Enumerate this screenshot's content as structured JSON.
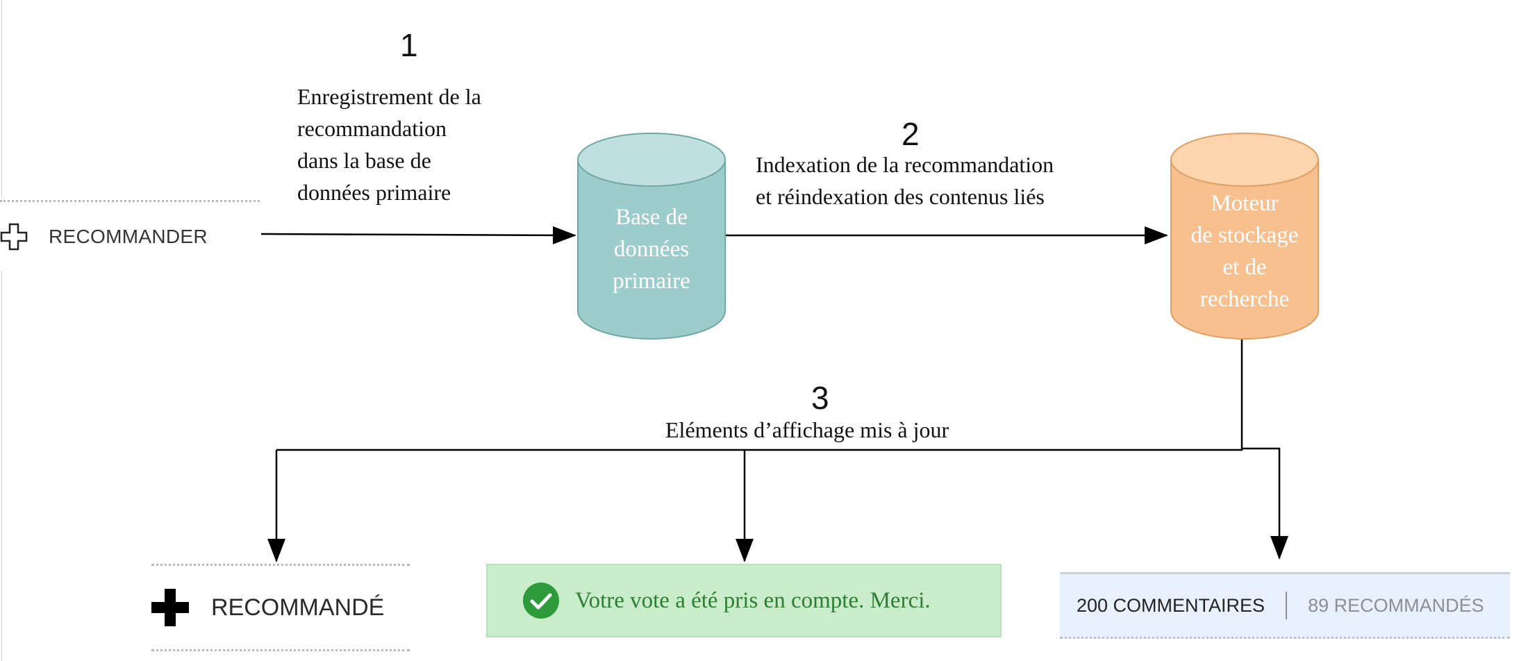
{
  "steps": {
    "one": {
      "number": "1",
      "lines": [
        "Enregistrement de la",
        "recommandation",
        "dans la base de",
        "données primaire"
      ]
    },
    "two": {
      "number": "2",
      "lines": [
        "Indexation de la recommandation",
        "et réindexation des contenus liés"
      ]
    },
    "three": {
      "number": "3",
      "text": "Eléments d’affichage mis à jour"
    }
  },
  "recommend_button": {
    "label": "RECOMMANDER",
    "icon": "plus-outline-icon"
  },
  "primary_db": {
    "lines": [
      "Base de",
      "données",
      "primaire"
    ],
    "fill": "#9ccccb",
    "stroke": "#6fa7a4",
    "top_fill": "#bfe0df"
  },
  "search_engine": {
    "lines": [
      "Moteur",
      "de stockage",
      "et de",
      "recherche"
    ],
    "fill": "#f9c08f",
    "stroke": "#e19e62",
    "top_fill": "#fcd4ad"
  },
  "outputs": {
    "recommended": {
      "label": "RECOMMANDÉ",
      "icon": "plus-filled-icon"
    },
    "banner": {
      "message": "Votre vote a été pris en compte. Merci.",
      "icon": "check-circle-icon",
      "accent": "#2e9b3a"
    },
    "counters": {
      "comments": "200 COMMENTAIRES",
      "recommended": "89 RECOMMANDÉS"
    }
  }
}
